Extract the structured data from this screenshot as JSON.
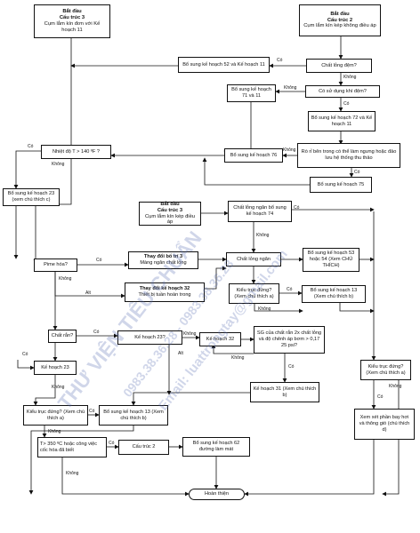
{
  "nodes": {
    "start3_t": "Bắt đầu",
    "start3_s": "Cấu trúc 3",
    "start3_d": "Cụm lắm kín đơn với Kế hoạch 11",
    "start2_t": "Bắt đầu",
    "start2_s": "Cấu trúc 2",
    "start2_d": "Cụm lắm kín kép không điều áp",
    "bs52": "Bổ sung kế hoạch 52 và Kế hoạch 11",
    "q_long_dem": "Chất lỏng đệm?",
    "bs7111": "Bổ sung kế hoạch 71 và 11",
    "q_khi_dem": "Có sử dụng khí đệm?",
    "bs72": "Bổ sung kế hoạch 72 và Kế hoạch 11",
    "q_temp": "Nhiệt độ T > 140 ºF ?",
    "bs76": "Bổ sung kế hoạch 76",
    "q_ro_ri": "Rò rỉ bên trong có thể làm ngưng hoặc đảo lưu hệ thống thu thảo",
    "bs75": "Bổ sung kế hoạch 75",
    "bs23": "Bổ sung kế hoạch 23 (xem chú thích c)",
    "start3b_t": "Bắt đầu",
    "start3b_s": "Cấu trúc 3",
    "start3b_d": "Cụm lắm kín kép điều áp",
    "long_ngan74": "Chất lỏng ngăn bổ sung kế hoạch 74",
    "q_pime": "Pime hóa?",
    "thay_doi3": "Thay đổi bố trí 3",
    "thay_doi3_d": "Màng ngăn chất lỏng",
    "long_ngan": "Chất lỏng ngăn",
    "bs53": "Bổ sung kế hoạch 53 hoặc 54 (Xem CHÚ THÍCH)",
    "thay_doi32": "Thay đổi kế hoạch 32",
    "thay_doi32_d": "Thiết bị tuần hoàn trong",
    "q_kieu_a1": "Kiểu trục đứng? (Xem chú thích a)",
    "bs13_1": "Bổ sung kế hoạch 13 (Xem chú thích b)",
    "q_chat_ran": "Chất rắn?",
    "q_kh23": "Kế hoạch 23?",
    "kh32": "Kế hoạch 32",
    "q_sg": "SG của chất rắn 2x chất lỏng và độ chênh áp bơm > 0,17 25 psi?",
    "q_kieu_a_r": "Kiểu trục đứng? (Xem chú thích a)",
    "kh23": "Kế hoạch 23",
    "kh31": "Kế hoạch 31 (Xem chú thích b)",
    "q_kieu_a2": "Kiểu trục đứng? (Xem chú thích a)",
    "bs13_2": "Bổ sung kế hoạch 13 (Xem chú thích b)",
    "xem_xet": "Xem xét phần bay hơi và thông gió (chú thích d)",
    "q_t350": "T> 350 ºC hoặc công việc cốc hóa đã biết",
    "ct2": "Cấu trúc 2",
    "bs62": "Bổ sung kế hoạch 62 đường làm mát",
    "end": "Hoàn thiện"
  },
  "labels": {
    "co": "Có",
    "khong": "Không",
    "alt": "Alt"
  },
  "watermark": {
    "line1": "THƯ VIỆN TIÊU CHUẨN",
    "line2": "0983.38.36.28 - 0983.38.36.28",
    "line3": "Email: luattrongtay@gmail.com"
  }
}
